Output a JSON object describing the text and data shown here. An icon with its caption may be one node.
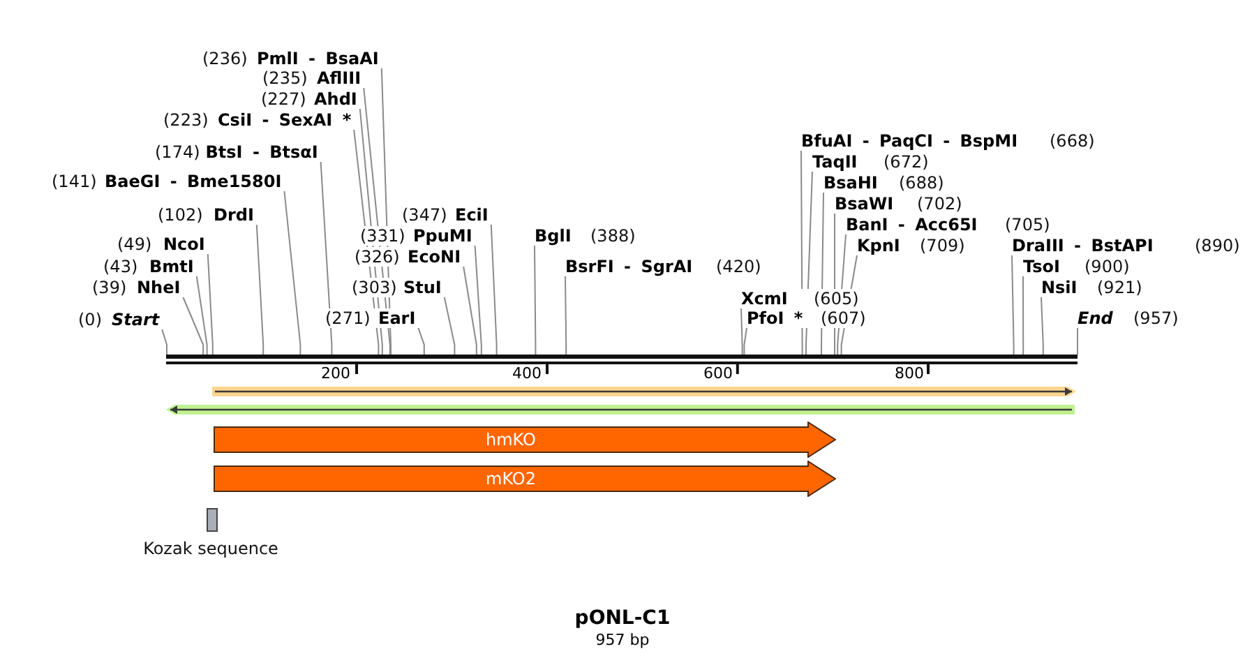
{
  "diagram": {
    "title": "pONL-C1",
    "caption": "957 bp",
    "nodes": [
      {
        "text": [
          "(236)",
          "PmlI - BsaAI"
        ]
      },
      {
        "text": [
          "(235)",
          "AflIII"
        ]
      },
      {
        "text": [
          "(227)",
          "AhdI"
        ]
      },
      {
        "text": [
          "(223)",
          "CsiI - SexAI *"
        ]
      },
      {
        "text": [
          "(174)",
          "BtsI - BtsαI"
        ]
      },
      {
        "text": [
          "(141)",
          "BaeGI - Bme1580I"
        ]
      },
      {
        "text": [
          "(102)",
          "DrdI"
        ]
      },
      {
        "text": [
          "(49)",
          "NcoI"
        ]
      },
      {
        "text": [
          "(43)",
          "BmtI"
        ]
      },
      {
        "text": [
          "(39)",
          "NheI"
        ]
      },
      {
        "text": [
          "(0)",
          "Start"
        ]
      },
      {
        "text": [
          "(347)",
          "EciI"
        ]
      },
      {
        "text": [
          "(331)",
          "PpuMI"
        ]
      },
      {
        "text": [
          "(326)",
          "EcoNI"
        ]
      },
      {
        "text": [
          "(303)",
          "StuI"
        ]
      },
      {
        "text": [
          "(271)",
          "EarI"
        ]
      },
      {
        "text": [
          "BglI",
          "(388)"
        ]
      },
      {
        "text": [
          "BsrFI - SgrAI",
          "(420)"
        ]
      },
      {
        "text": [
          "XcmI",
          "(605)"
        ]
      },
      {
        "text": [
          "PfoI *",
          "(607)"
        ]
      },
      {
        "text": [
          "BfuAI - PaqCI - BspMI",
          "(668)"
        ]
      },
      {
        "text": [
          "TaqII",
          "(672)"
        ]
      },
      {
        "text": [
          "BsaHI",
          "(688)"
        ]
      },
      {
        "text": [
          "BsaWI",
          "(702)"
        ]
      },
      {
        "text": [
          "BanI - Acc65I",
          "(705)"
        ]
      },
      {
        "text": [
          "KpnI",
          "(709)"
        ]
      },
      {
        "text": [
          "DraIII - BstAPI",
          "(890)"
        ]
      },
      {
        "text": [
          "TsoI",
          "(900)"
        ]
      },
      {
        "text": [
          "NsiI",
          "(921)"
        ]
      },
      {
        "text": [
          "End",
          "(957)"
        ]
      },
      {
        "text": [],
        "shape": "bar"
      },
      {
        "text": [
          "hmKO"
        ]
      },
      {
        "text": [
          "mKO2"
        ]
      },
      {
        "text": [
          "Kozak sequence"
        ]
      }
    ],
    "edges": [
      {
        "from": 0,
        "to": 30,
        "arrow": "none"
      },
      {
        "from": 1,
        "to": 30,
        "arrow": "none"
      },
      {
        "from": 2,
        "to": 30,
        "arrow": "none"
      },
      {
        "from": 3,
        "to": 30,
        "arrow": "none"
      },
      {
        "from": 4,
        "to": 30,
        "arrow": "none"
      },
      {
        "from": 5,
        "to": 30,
        "arrow": "none"
      },
      {
        "from": 6,
        "to": 30,
        "arrow": "none"
      },
      {
        "from": 7,
        "to": 30,
        "arrow": "none"
      },
      {
        "from": 8,
        "to": 30,
        "arrow": "none"
      },
      {
        "from": 9,
        "to": 30,
        "arrow": "none"
      },
      {
        "from": 10,
        "to": 30,
        "arrow": "none"
      },
      {
        "from": 11,
        "to": 30,
        "arrow": "none"
      },
      {
        "from": 12,
        "to": 30,
        "arrow": "none"
      },
      {
        "from": 13,
        "to": 30,
        "arrow": "none"
      },
      {
        "from": 14,
        "to": 30,
        "arrow": "none"
      },
      {
        "from": 15,
        "to": 30,
        "arrow": "none"
      },
      {
        "from": 16,
        "to": 30,
        "arrow": "none"
      },
      {
        "from": 17,
        "to": 30,
        "arrow": "none"
      },
      {
        "from": 18,
        "to": 30,
        "arrow": "none"
      },
      {
        "from": 19,
        "to": 30,
        "arrow": "none"
      },
      {
        "from": 20,
        "to": 30,
        "arrow": "none"
      },
      {
        "from": 21,
        "to": 30,
        "arrow": "none"
      },
      {
        "from": 22,
        "to": 30,
        "arrow": "none"
      },
      {
        "from": 23,
        "to": 30,
        "arrow": "none"
      },
      {
        "from": 24,
        "to": 30,
        "arrow": "none"
      },
      {
        "from": 25,
        "to": 30,
        "arrow": "none"
      },
      {
        "from": 26,
        "to": 30,
        "arrow": "none"
      },
      {
        "from": 27,
        "to": 30,
        "arrow": "none"
      },
      {
        "from": 28,
        "to": 30,
        "arrow": "none"
      },
      {
        "from": 29,
        "to": 30,
        "arrow": "none"
      }
    ],
    "labels": [
      "200",
      "400",
      "600",
      "800"
    ]
  }
}
